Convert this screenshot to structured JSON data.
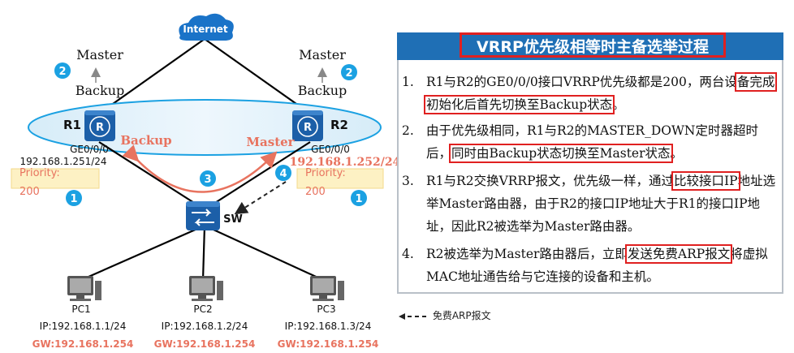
{
  "diagram": {
    "internet": "Internet",
    "r1": {
      "name": "R1",
      "master": "Master",
      "backup": "Backup",
      "step": "2",
      "iface": "GE0/0/0",
      "ip": "192.168.1.251/24",
      "priority_label": "Priority:",
      "priority_value": "200",
      "priority_step": "1",
      "state": "Backup"
    },
    "r2": {
      "name": "R2",
      "master": "Master",
      "backup": "Backup",
      "step": "2",
      "iface": "GE0/0/0",
      "ip": "192.168.1.252/24",
      "priority_label": "Priority:",
      "priority_value": "200",
      "priority_step": "1",
      "state": "Master"
    },
    "exchange_step": "3",
    "arp_step": "4",
    "switch": "SW",
    "pcs": [
      {
        "name": "PC1",
        "ip": "IP:192.168.1.1/24",
        "gw": "GW:192.168.1.254"
      },
      {
        "name": "PC2",
        "ip": "IP:192.168.1.2/24",
        "gw": "GW:192.168.1.254"
      },
      {
        "name": "PC3",
        "ip": "IP:192.168.1.3/24",
        "gw": "GW:192.168.1.254"
      }
    ]
  },
  "panel": {
    "title": "VRRP优先级相等时主备选举过程",
    "items": [
      {
        "num": "1.",
        "text_a": "R1与R2的GE0/0/0接口VRRP优先级都是200，两台设",
        "text_hl": "备完成初始化后首先切换至Backup状态",
        "text_b": "。"
      },
      {
        "num": "2.",
        "text_a": "由于优先级相同，R1与R2的MASTER_DOWN定时器超时后，",
        "text_hl": "同时由Backup状态切换至Master状态",
        "text_b": "。"
      },
      {
        "num": "3.",
        "text_a": "R1与R2交换VRRP报文，优先级一样，通过",
        "text_hl": "比较接口IP",
        "text_b": "地址选举Master路由器，由于R2的接口IP地址大于R1的接口IP地址，因此R2被选举为Master路由器。"
      },
      {
        "num": "4.",
        "text_a": "R2被选举为Master路由器后，立即",
        "text_hl": "发送免费ARP报文",
        "text_b": "将虚拟MAC地址通告给与它连接的设备和主机。"
      }
    ]
  },
  "legend": {
    "label": "免费ARP报文"
  },
  "colors": {
    "blue": "#1f6fb5",
    "red": "#e02020",
    "salmon": "#e8735f",
    "cloud": "#1a73c8",
    "step_circle": "#1ba1e2",
    "priority_bg": "#fdf1c4"
  }
}
